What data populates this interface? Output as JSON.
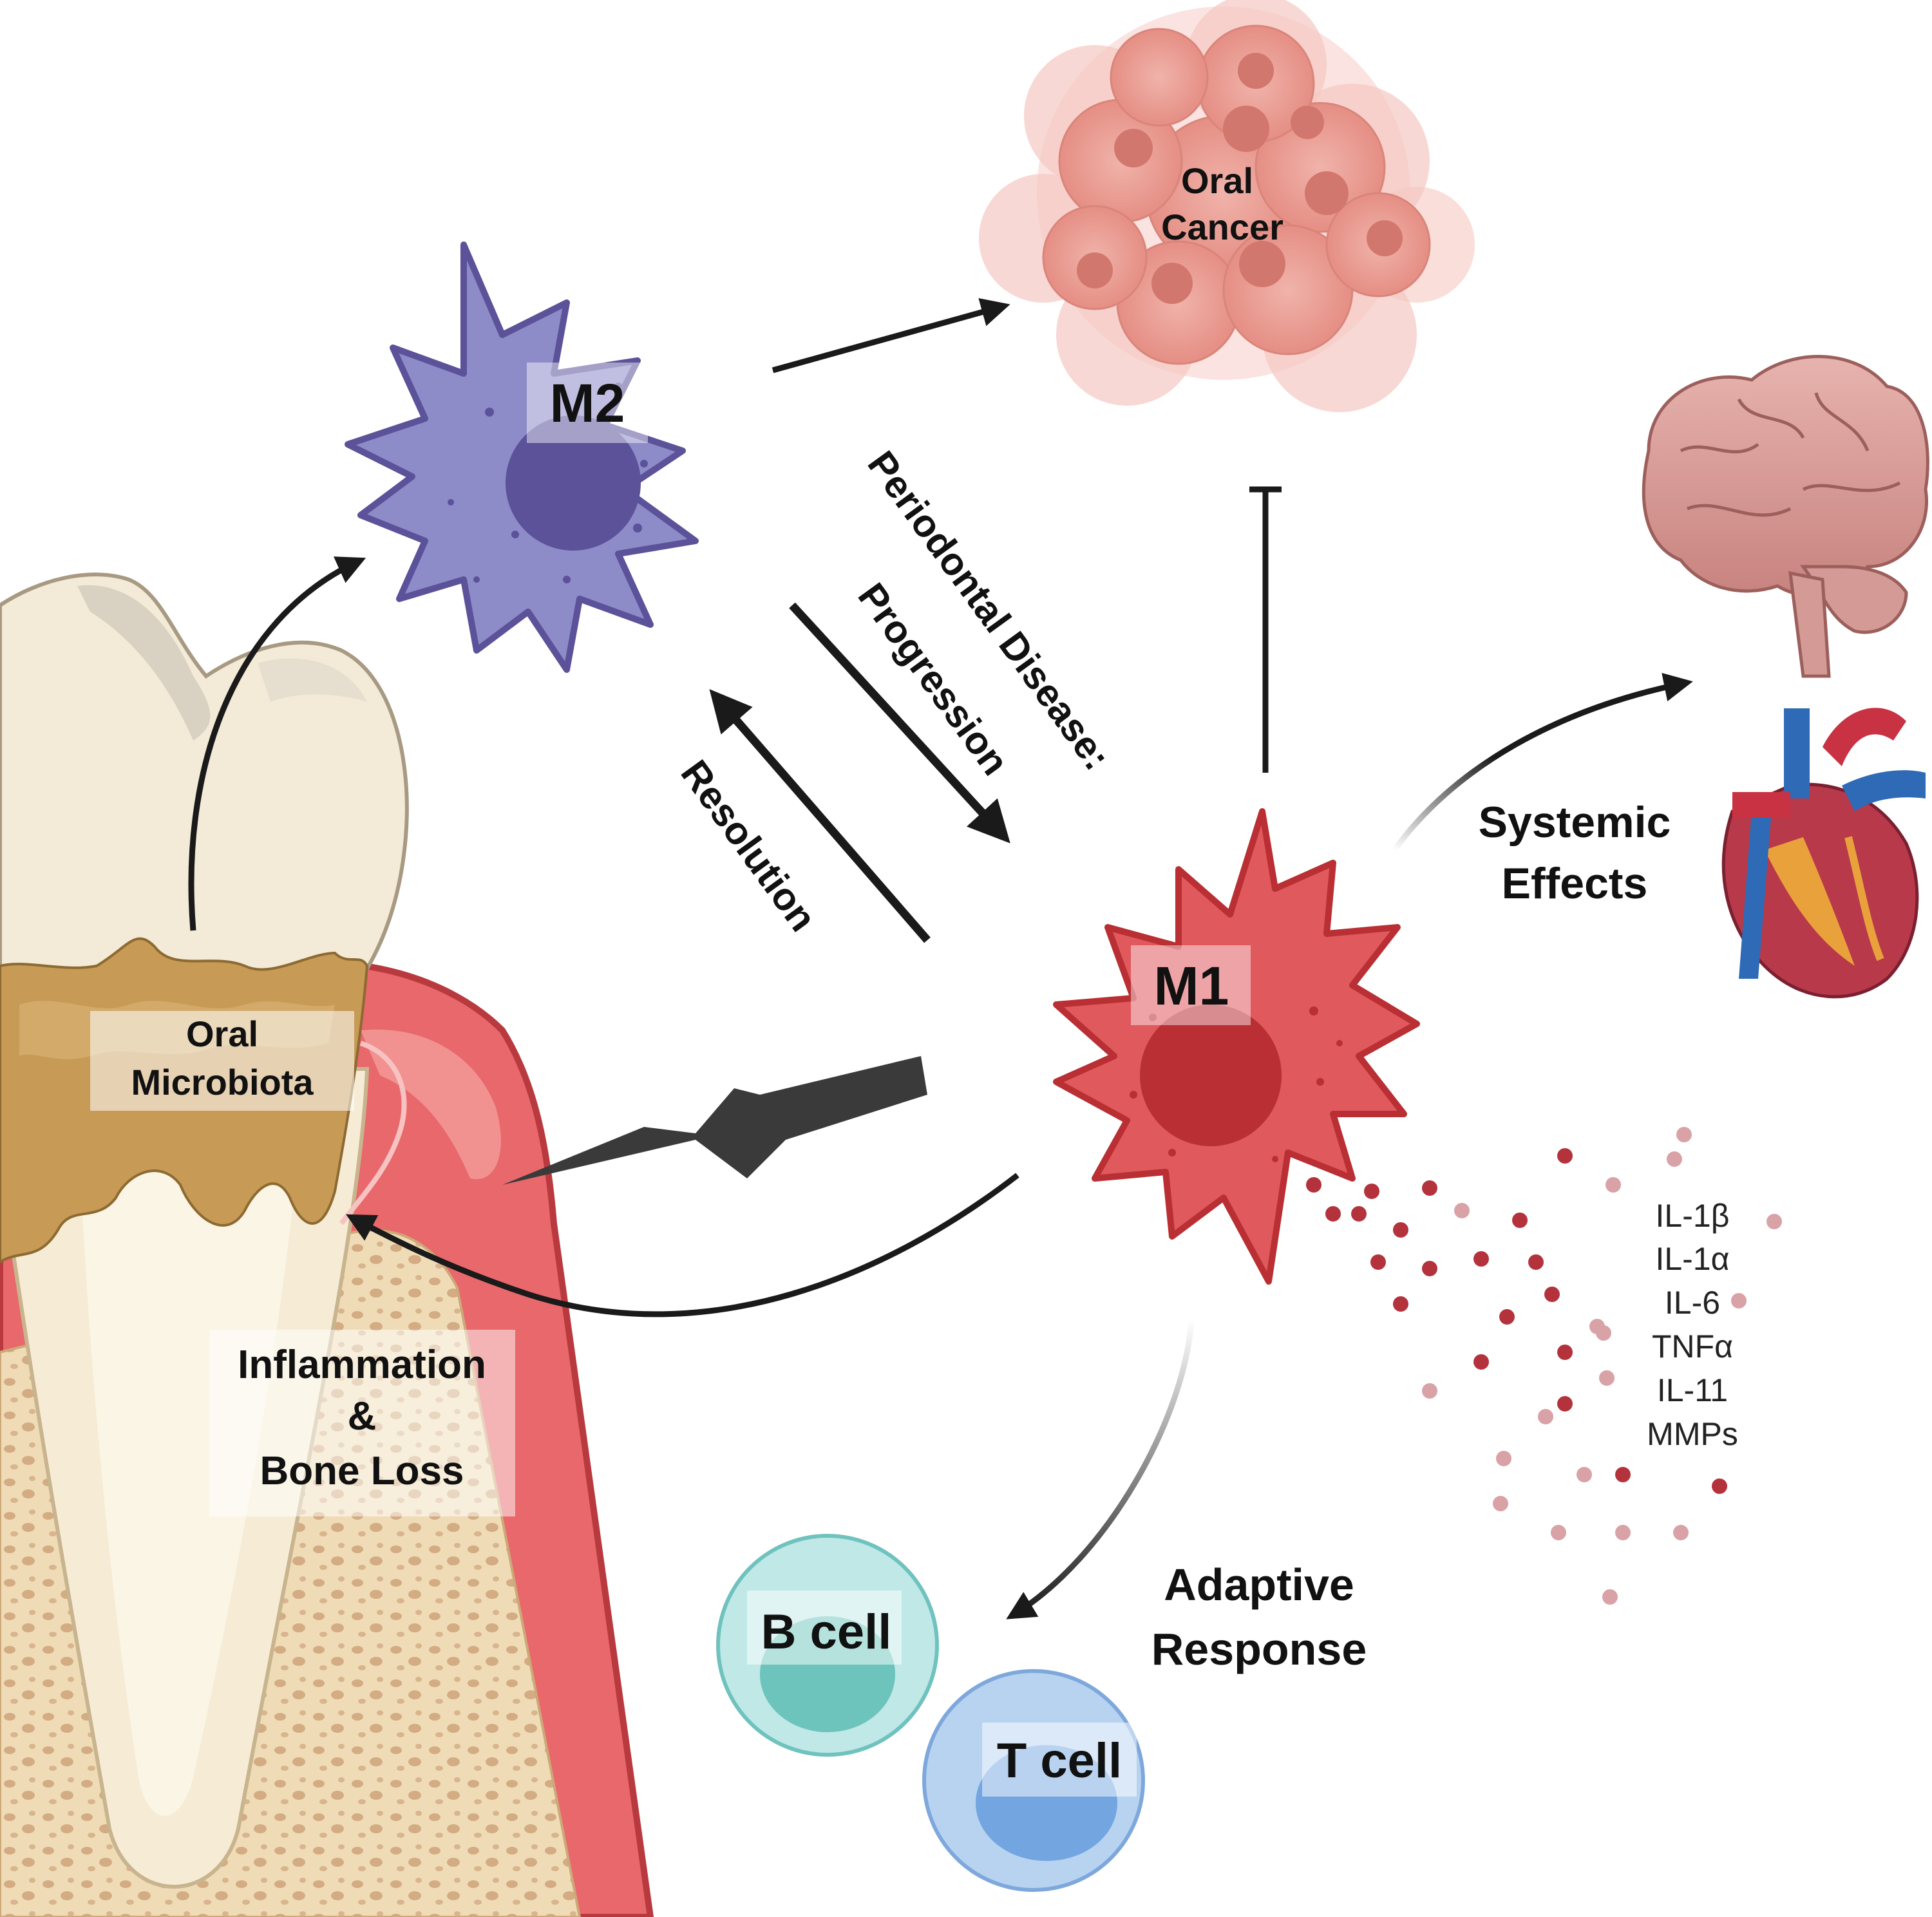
{
  "labels": {
    "m2": "M2",
    "m1": "M1",
    "oral_cancer_line1": "Oral",
    "oral_cancer_line2": "Cancer",
    "periodontal_disease": "Periodontal Disease:",
    "progression": "Progression",
    "resolution": "Resolution",
    "systemic_effects_line1": "Systemic",
    "systemic_effects_line2": "Effects",
    "oral_microbiota_line1": "Oral",
    "oral_microbiota_line2": "Microbiota",
    "inflammation_line1": "Inflammation",
    "inflammation_line2": "&",
    "inflammation_line3": "Bone Loss",
    "adaptive_line1": "Adaptive",
    "adaptive_line2": "Response",
    "b_cell": "B cell",
    "t_cell": "T cell"
  },
  "cytokines": [
    "IL-1β",
    "IL-1α",
    "IL-6",
    "TNFα",
    "IL-11",
    "MMPs"
  ],
  "colors": {
    "m2_body": "#8e8bc9",
    "m2_nucleus": "#5b5299",
    "m1_body": "#e0595d",
    "m1_nucleus": "#b92f33",
    "tumor": "#eaa39a",
    "gum": "#e8686b",
    "bone": "#e9d7b0",
    "plaque": "#c79a55",
    "b_cell": "#bfe8e6",
    "t_cell": "#b7d3f0",
    "arrow": "#1a1a1a"
  },
  "icons": [
    "macrophage-icon",
    "tumor-icon",
    "brain-icon",
    "heart-icon",
    "tooth-icon",
    "lightning-icon",
    "lymphocyte-icon"
  ]
}
